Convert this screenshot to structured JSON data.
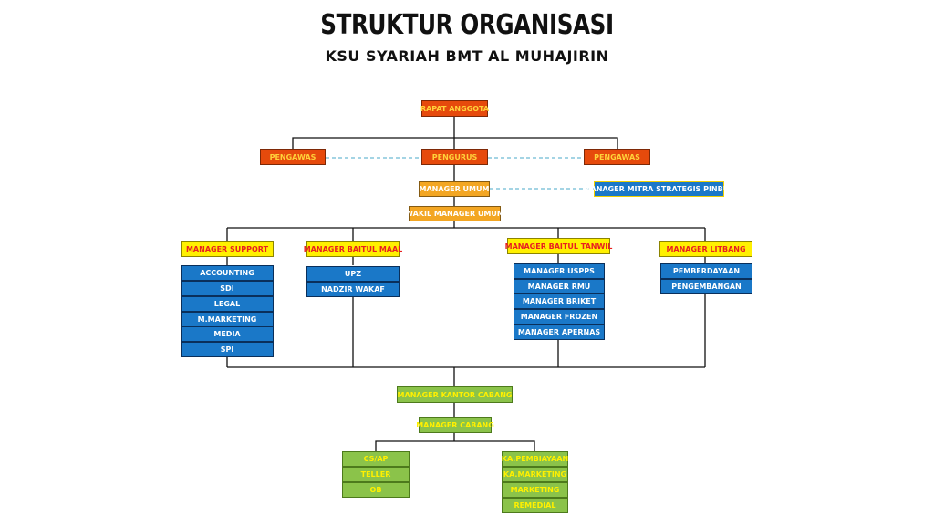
{
  "header": {
    "title": "STRUKTUR ORGANISASI",
    "subtitle": "KSU SYARIAH BMT AL MUHAJIRIN"
  },
  "colors": {
    "governance": "#e64a0c",
    "management": "#f3a623",
    "division_head": "#fff000",
    "unit": "#1a78c8",
    "branch": "#8bc34a"
  },
  "nodes": {
    "rapat_anggota": "RAPAT ANGGOTA",
    "pengawas_left": "PENGAWAS",
    "pengurus": "PENGURUS",
    "pengawas_right": "PENGAWAS",
    "manager_umum": "MANAGER UMUM",
    "manager_mitra": "MANAGER MITRA STRATEGIS PINBUK",
    "wakil_manager_umum": "WAKIL MANAGER UMUM",
    "manager_support": "MANAGER SUPPORT",
    "manager_baitul_maal": "MANAGER BAITUL MAAL",
    "manager_baitul_tanwil": "MANAGER BAITUL TANWIL",
    "manager_litbang": "MANAGER LITBANG",
    "manager_kantor_cabang": "MANAGER KANTOR CABANG",
    "manager_cabang": "MANAGER CABANG"
  },
  "support_units": [
    "ACCOUNTING",
    "SDI",
    "LEGAL",
    "M.MARKETING",
    "MEDIA",
    "SPI"
  ],
  "maal_units": [
    "UPZ",
    "NADZIR WAKAF"
  ],
  "tanwil_units": [
    "MANAGER USPPS",
    "MANAGER RMU",
    "MANAGER BRIKET",
    "MANAGER FROZEN",
    "MANAGER APERNAS"
  ],
  "litbang_units": [
    "PEMBERDAYAAN",
    "PENGEMBANGAN"
  ],
  "branch_left_units": [
    "CS/AP",
    "TELLER",
    "OB"
  ],
  "branch_right_units": [
    "KA.PEMBIAYAAN",
    "KA.MARKETING",
    "MARKETING",
    "REMEDIAL"
  ]
}
